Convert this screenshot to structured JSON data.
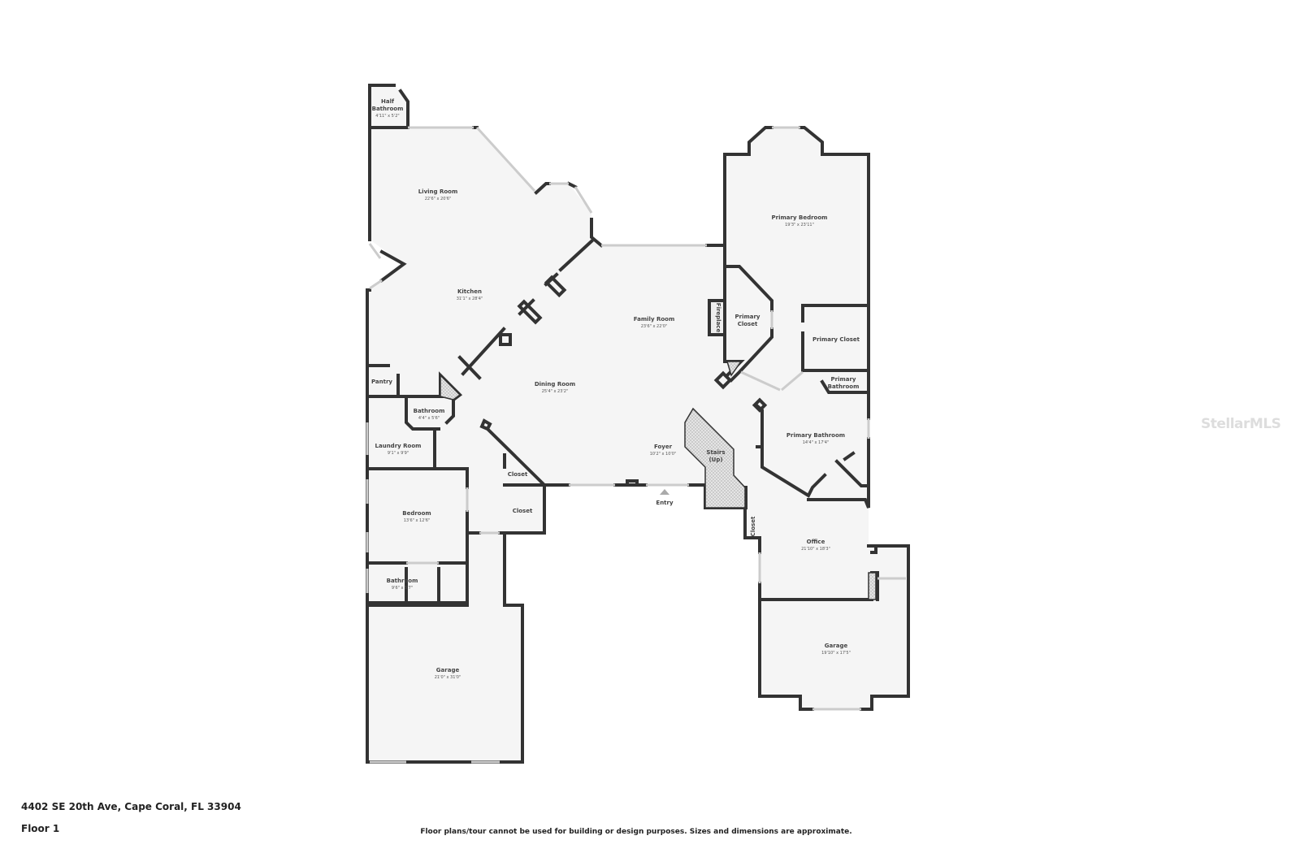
{
  "rooms": {
    "half_bath": {
      "name1": "Half",
      "name2": "Bathroom",
      "dim": "4'11\" x 5'2\""
    },
    "living": {
      "name": "Living Room",
      "dim": "22'6\" x 20'6\""
    },
    "kitchen": {
      "name": "Kitchen",
      "dim": "31'1\" x 28'4\""
    },
    "family": {
      "name": "Family Room",
      "dim": "23'6\" x 22'0\""
    },
    "primary_bedroom": {
      "name": "Primary Bedroom",
      "dim": "19'3\" x 23'11\""
    },
    "fireplace": {
      "name": "Fireplace"
    },
    "primary_closet_1": {
      "name1": "Primary",
      "name2": "Closet"
    },
    "primary_closet_2": {
      "name": "Primary Closet"
    },
    "primary_bath_small": {
      "name1": "Primary",
      "name2": "Bathroom"
    },
    "pantry": {
      "name": "Pantry"
    },
    "dining": {
      "name": "Dining Room",
      "dim": "25'4\" x 23'2\""
    },
    "bathroom_1": {
      "name": "Bathroom",
      "dim": "4'4\" x 5'6\""
    },
    "laundry": {
      "name": "Laundry Room",
      "dim": "9'1\" x 9'9\""
    },
    "foyer": {
      "name": "Foyer",
      "dim": "10'2\" x 10'0\""
    },
    "stairs": {
      "name1": "Stairs",
      "name2": "(Up)"
    },
    "primary_bath": {
      "name": "Primary Bathroom",
      "dim": "14'4\" x 17'4\""
    },
    "closet_1": {
      "name": "Closet"
    },
    "closet_2": {
      "name": "Closet"
    },
    "closet_3": {
      "name": "Closet"
    },
    "entry": {
      "name": "Entry"
    },
    "bedroom": {
      "name": "Bedroom",
      "dim": "13'6\" x 12'6\""
    },
    "bathroom_2": {
      "name": "Bathroom",
      "dim": "9'6\" x 5'7\""
    },
    "office": {
      "name": "Office",
      "dim": "21'10\" x 18'3\""
    },
    "garage_1": {
      "name": "Garage",
      "dim": "21'0\" x 31'0\""
    },
    "garage_2": {
      "name": "Garage",
      "dim": "19'10\" x 17'5\""
    }
  },
  "footer": {
    "address": "4402 SE 20th Ave, Cape Coral, FL 33904",
    "floor": "Floor 1",
    "disclaimer": "Floor plans/tour cannot be used for building or design purposes. Sizes and dimensions are approximate."
  },
  "watermark": "StellarMLS"
}
